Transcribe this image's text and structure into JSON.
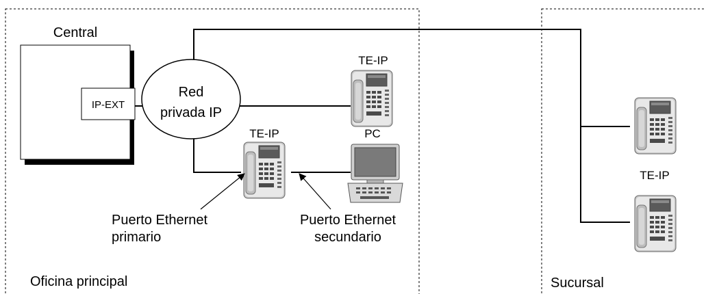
{
  "diagram": {
    "pbx_label": "Central",
    "card_label": "IP-EXT",
    "network_label_line1": "Red",
    "network_label_line2": "privada IP",
    "main_phone_top_label": "TE-IP",
    "main_phone_bottom_label": "TE-IP",
    "pc_label": "PC",
    "branch_phone_label": "TE-IP",
    "primary_port_line1": "Puerto Ethernet",
    "primary_port_line2": "primario",
    "secondary_port_line1": "Puerto Ethernet",
    "secondary_port_line2": "secundario",
    "main_office_label": "Oficina principal",
    "branch_office_label": "Sucursal"
  }
}
